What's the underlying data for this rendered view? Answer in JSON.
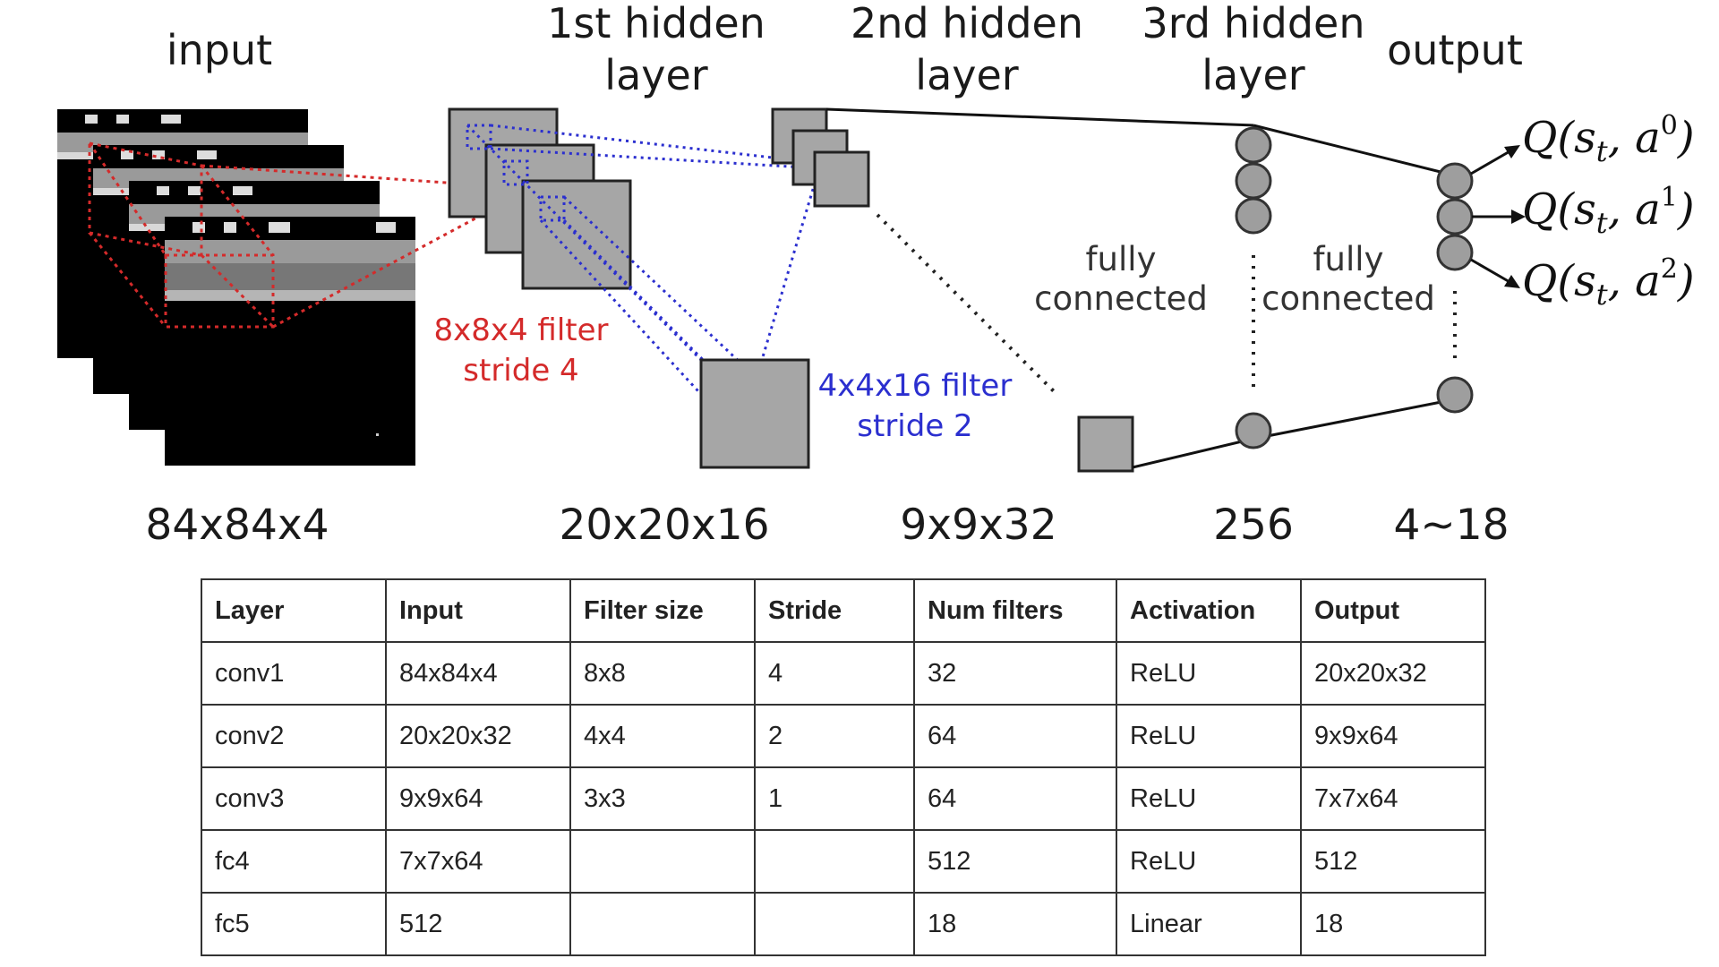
{
  "diagram": {
    "headers": {
      "input": "input",
      "hidden1_line1": "1st hidden",
      "hidden1_line2": "layer",
      "hidden2_line1": "2nd hidden",
      "hidden2_line2": "layer",
      "hidden3_line1": "3rd hidden",
      "hidden3_line2": "layer",
      "output": "output"
    },
    "dimensions": {
      "input": "84x84x4",
      "hidden1": "20x20x16",
      "hidden2": "9x9x32",
      "hidden3": "256",
      "output": "4~18"
    },
    "filter1": {
      "line1": "8x8x4 filter",
      "line2": "stride 4",
      "color": "#d42a2a"
    },
    "filter2": {
      "line1": "4x4x16 filter",
      "line2": "stride 2",
      "color": "#2b2fcf"
    },
    "fully_connected_1": {
      "line1": "fully",
      "line2": "connected"
    },
    "fully_connected_2": {
      "line1": "fully",
      "line2": "connected"
    },
    "q_outputs": [
      {
        "prefix": "Q(s",
        "sub": "t",
        "mid": ", a",
        "sup": "0",
        "suffix": ")"
      },
      {
        "prefix": "Q(s",
        "sub": "t",
        "mid": ", a",
        "sup": "1",
        "suffix": ")"
      },
      {
        "prefix": "Q(s",
        "sub": "t",
        "mid": ", a",
        "sup": "2",
        "suffix": ")"
      }
    ]
  },
  "table": {
    "headers": [
      "Layer",
      "Input",
      "Filter size",
      "Stride",
      "Num filters",
      "Activation",
      "Output"
    ],
    "rows": [
      [
        "conv1",
        "84x84x4",
        "8x8",
        "4",
        "32",
        "ReLU",
        "20x20x32"
      ],
      [
        "conv2",
        "20x20x32",
        "4x4",
        "2",
        "64",
        "ReLU",
        "9x9x64"
      ],
      [
        "conv3",
        "9x9x64",
        "3x3",
        "1",
        "64",
        "ReLU",
        "7x7x64"
      ],
      [
        "fc4",
        "7x7x64",
        "",
        "",
        "512",
        "ReLU",
        "512"
      ],
      [
        "fc5",
        "512",
        "",
        "",
        "18",
        "Linear",
        "18"
      ]
    ]
  }
}
